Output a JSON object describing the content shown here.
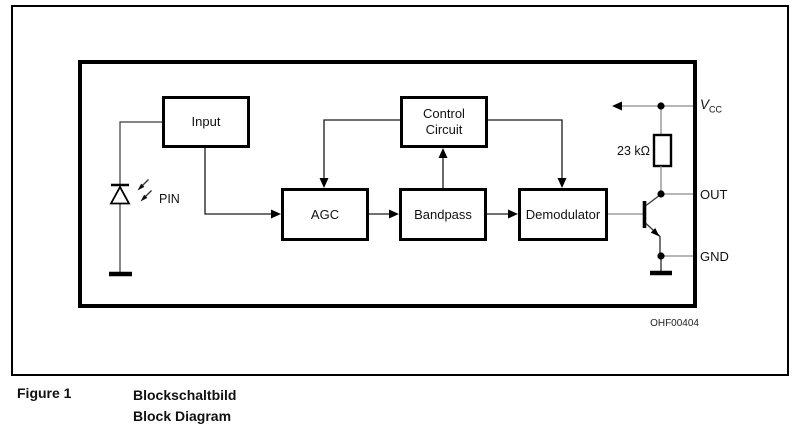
{
  "diagram": {
    "blocks": {
      "input": "Input",
      "control_line1": "Control",
      "control_line2": "Circuit",
      "agc": "AGC",
      "bandpass": "Bandpass",
      "demodulator": "Demodulator"
    },
    "labels": {
      "photodiode": "PIN",
      "resistor_value": "23 kΩ",
      "vcc_letter": "V",
      "vcc_subscript": "CC",
      "out_pin": "OUT",
      "gnd_pin": "GND",
      "drawing_code": "OHF00404"
    },
    "colors": {
      "line_black": "#000000",
      "wire_gray": "#8a8a8a",
      "background": "#ffffff"
    }
  },
  "caption": {
    "figure_label": "Figure 1",
    "title_de": "Blockschaltbild",
    "title_en": "Block Diagram"
  }
}
